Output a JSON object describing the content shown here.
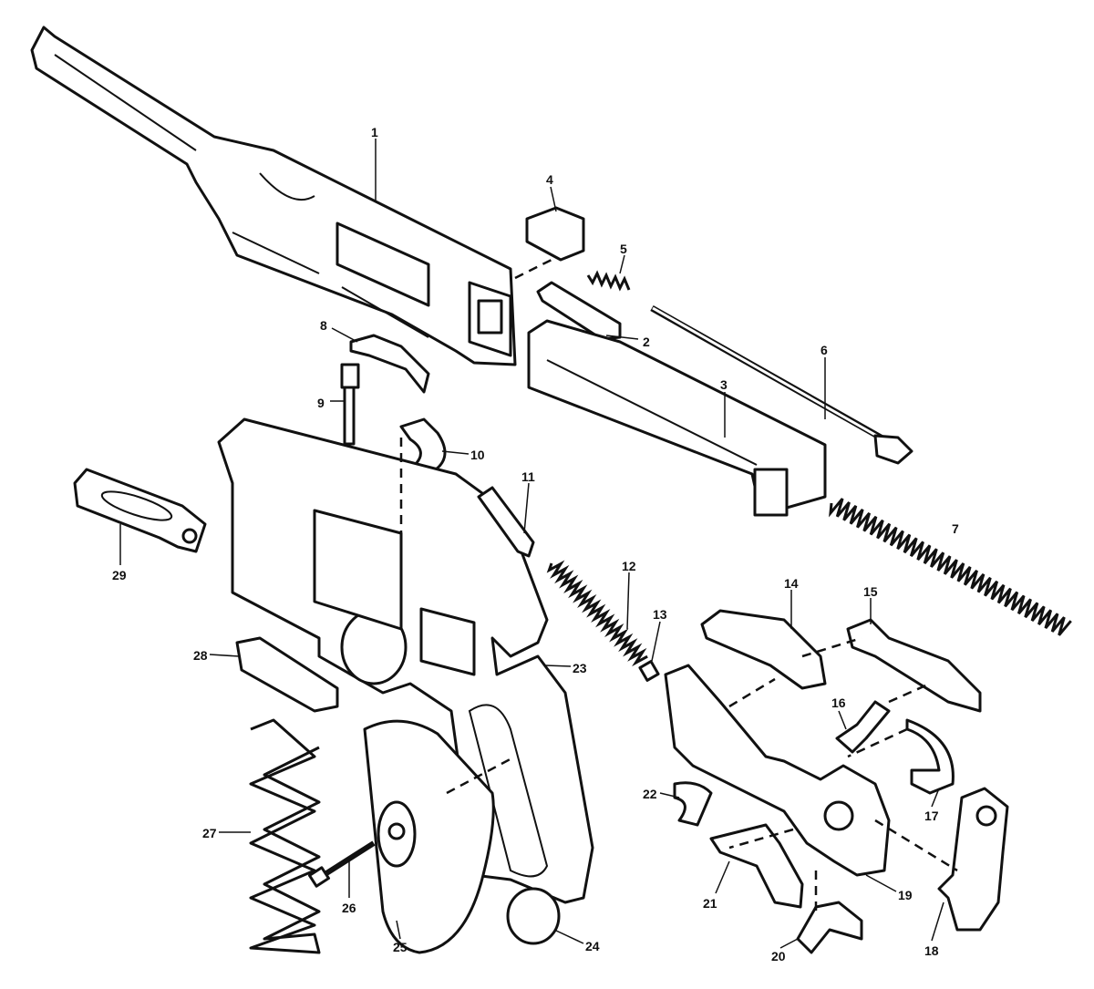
{
  "diagram": {
    "type": "exploded-parts-view",
    "labels": {
      "p1": "1",
      "p2": "2",
      "p3": "3",
      "p4": "4",
      "p5": "5",
      "p6": "6",
      "p7": "7",
      "p8": "8",
      "p9": "9",
      "p10": "10",
      "p11": "11",
      "p12": "12",
      "p13": "13",
      "p14": "14",
      "p15": "15",
      "p16": "16",
      "p17": "17",
      "p18": "18",
      "p19": "19",
      "p20": "20",
      "p21": "21",
      "p22": "22",
      "p23": "23",
      "p24": "24",
      "p25": "25",
      "p26": "26",
      "p27": "27",
      "p28": "28",
      "p29": "29"
    },
    "line_color": "#111111",
    "background": "#ffffff"
  }
}
